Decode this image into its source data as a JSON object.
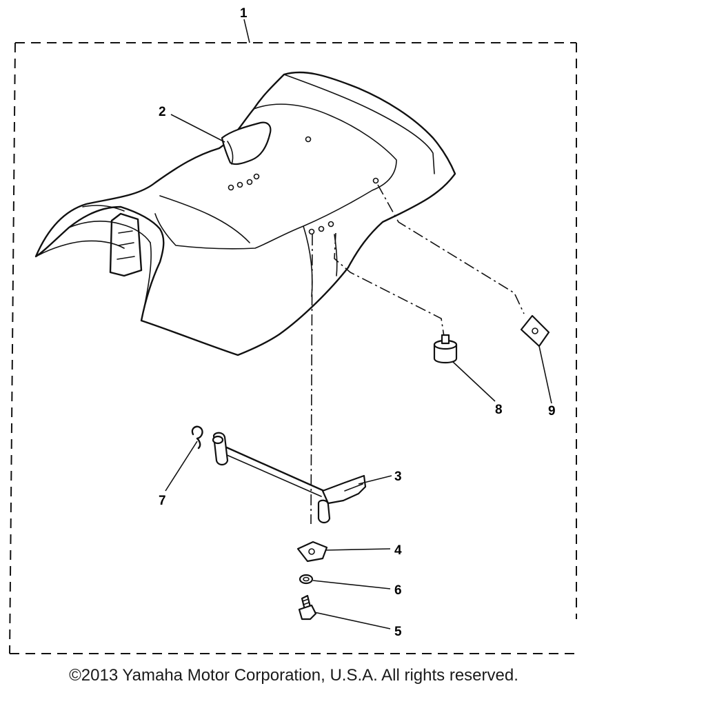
{
  "diagram": {
    "callouts": {
      "c1": "1",
      "c2": "2",
      "c3": "3",
      "c4": "4",
      "c5": "5",
      "c6": "6",
      "c7": "7",
      "c8": "8",
      "c9": "9"
    }
  },
  "footer": {
    "copyright": "©2013 Yamaha Motor Corporation, U.S.A. All rights reserved."
  }
}
